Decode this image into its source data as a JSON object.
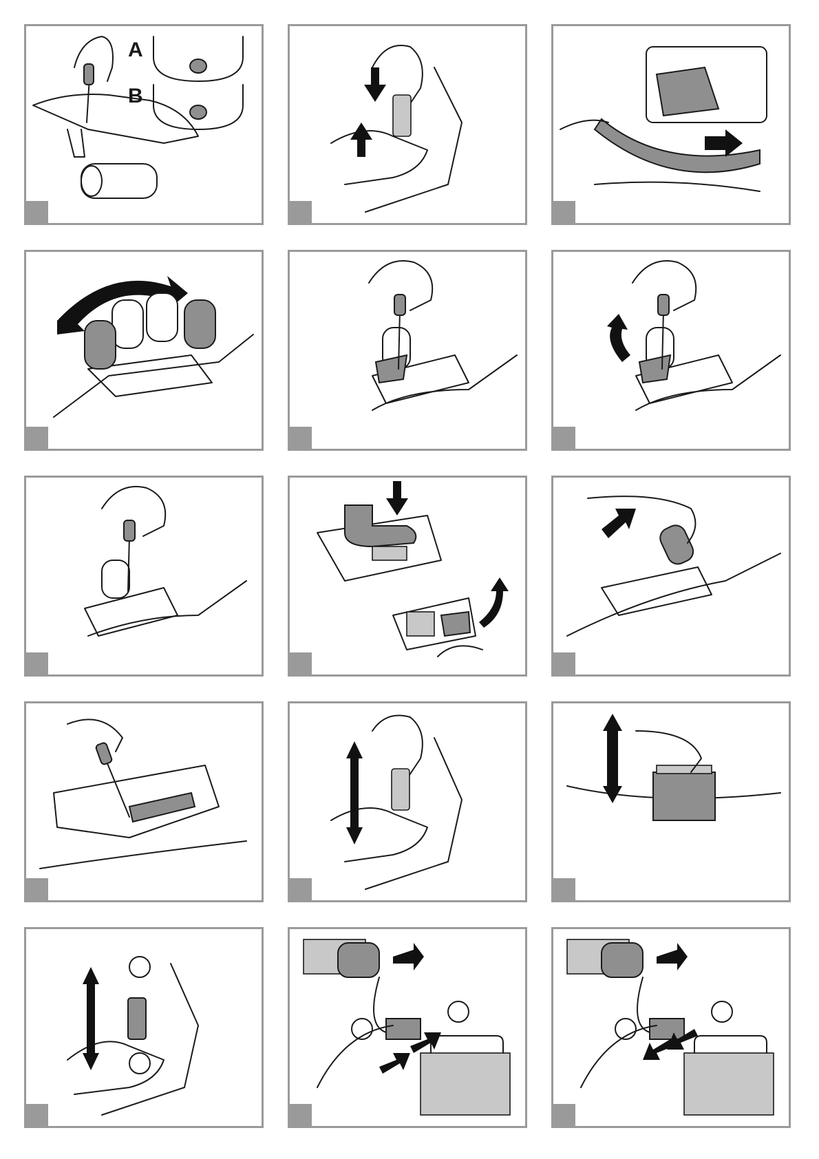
{
  "panels": [
    {
      "id": 1,
      "labels": [
        "A",
        "B"
      ]
    },
    {
      "id": 2,
      "labels": []
    },
    {
      "id": 3,
      "labels": []
    },
    {
      "id": 4,
      "labels": []
    },
    {
      "id": 5,
      "labels": []
    },
    {
      "id": 6,
      "labels": []
    },
    {
      "id": 7,
      "labels": []
    },
    {
      "id": 8,
      "labels": []
    },
    {
      "id": 9,
      "labels": []
    },
    {
      "id": 10,
      "labels": []
    },
    {
      "id": 11,
      "labels": []
    },
    {
      "id": 12,
      "labels": []
    },
    {
      "id": 13,
      "labels": []
    },
    {
      "id": 14,
      "labels": []
    },
    {
      "id": 15,
      "labels": []
    }
  ],
  "colors": {
    "frame": "#9a9a9a",
    "ink": "#1a1a1a",
    "fill": "#8f8f8f"
  }
}
